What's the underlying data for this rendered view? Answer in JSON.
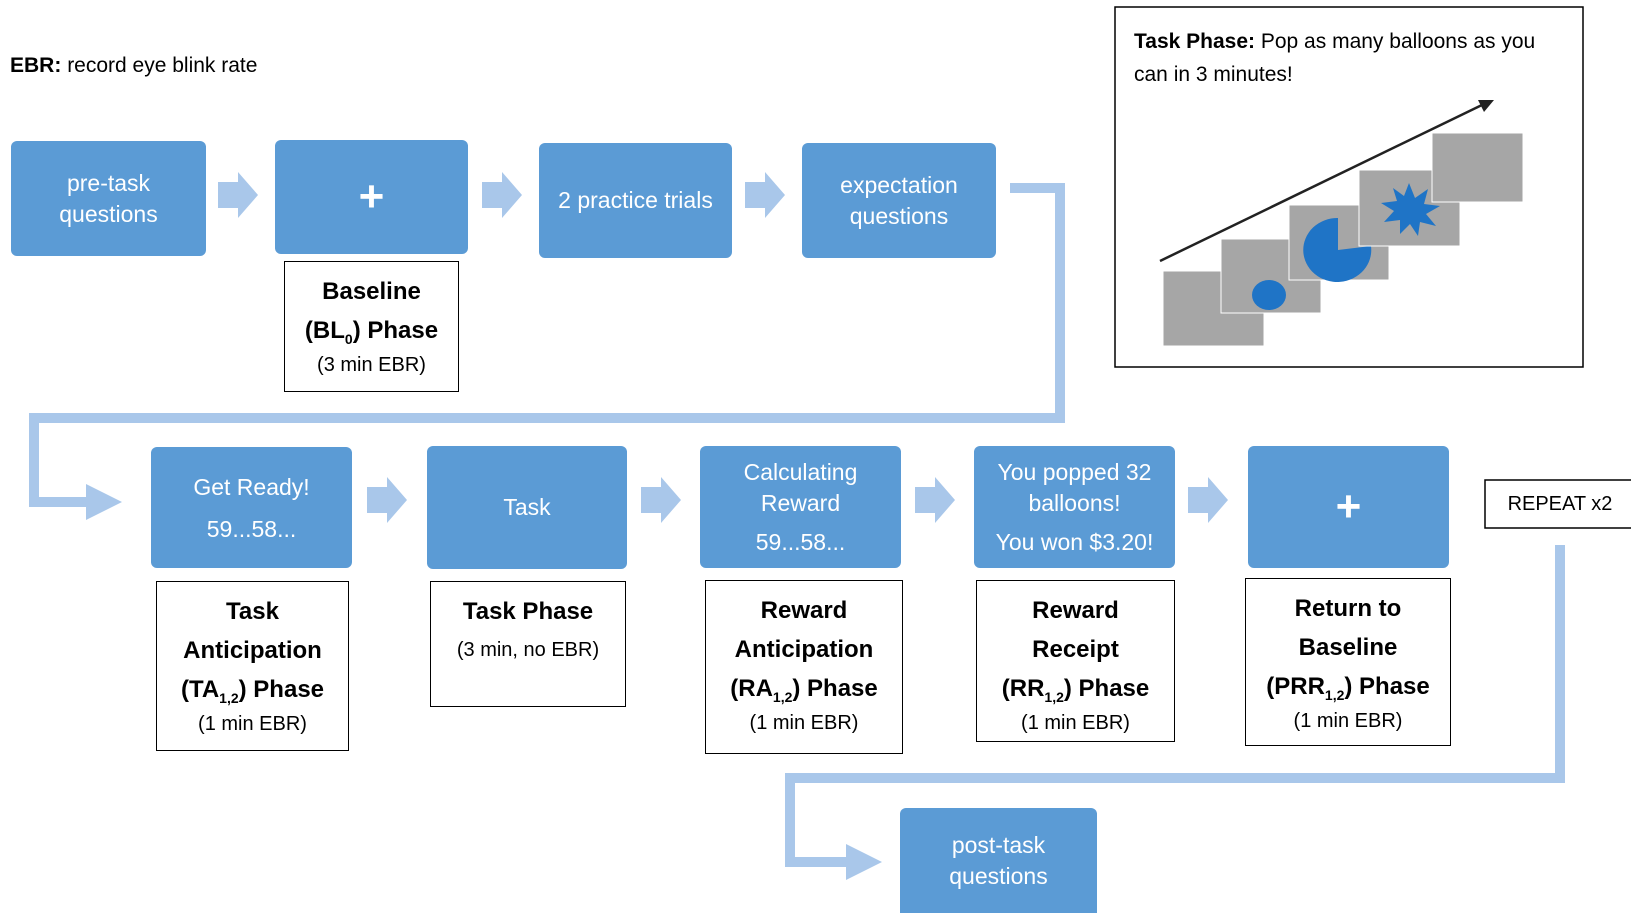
{
  "ebr_legend": {
    "term": "EBR:",
    "definition": "record eye blink rate"
  },
  "top_row": [
    {
      "lines": [
        "pre-task",
        "questions"
      ]
    },
    {
      "lines": [
        "+"
      ]
    },
    {
      "lines": [
        "2 practice trials"
      ]
    },
    {
      "lines": [
        "expectation",
        "questions"
      ]
    }
  ],
  "baseline_label": {
    "line1": "Baseline",
    "abbr": "(BL",
    "sub": "0",
    "suffix": ") Phase",
    "detail": "(3 min EBR)"
  },
  "bottom_row": [
    {
      "lines": [
        "Get Ready!",
        "59...58..."
      ]
    },
    {
      "lines": [
        "Task"
      ]
    },
    {
      "lines": [
        "Calculating",
        "Reward",
        "59...58..."
      ]
    },
    {
      "lines": [
        "You popped 32",
        "balloons!",
        "You won $3.20!"
      ]
    },
    {
      "lines": [
        "+"
      ]
    }
  ],
  "phase_labels": [
    {
      "line1": "Task",
      "line2": "Anticipation",
      "abbr": "(TA",
      "sub": "1,2",
      "suffix": ") Phase",
      "detail": "(1 min EBR)"
    },
    {
      "line1": "Task Phase",
      "detail": "(3 min, no EBR)"
    },
    {
      "line1": "Reward",
      "line2": "Anticipation",
      "abbr": "(RA",
      "sub": "1,2",
      "suffix": ") Phase",
      "detail": "(1 min EBR)"
    },
    {
      "line1": "Reward",
      "line2": "Receipt",
      "abbr": "(RR",
      "sub": "1,2",
      "suffix": ") Phase",
      "detail": "(1 min EBR)"
    },
    {
      "line1": "Return to",
      "line2": "Baseline",
      "abbr": "(PRR",
      "sub": "1,2",
      "suffix": ") Phase",
      "detail": "(1 min EBR)"
    }
  ],
  "repeat_label": "REPEAT x2",
  "post_task": {
    "lines": [
      "post-task",
      "questions"
    ]
  },
  "task_panel": {
    "title": "Task Phase:",
    "text1": "Pop as many balloons as you",
    "text2": "can in 3 minutes!"
  },
  "colors": {
    "box_fill": "#5b9bd5",
    "arrow_fill": "#a9c7ea",
    "connector": "#a9c7ea",
    "balloon": "#1f74c6",
    "screen": "#a6a6a6"
  }
}
